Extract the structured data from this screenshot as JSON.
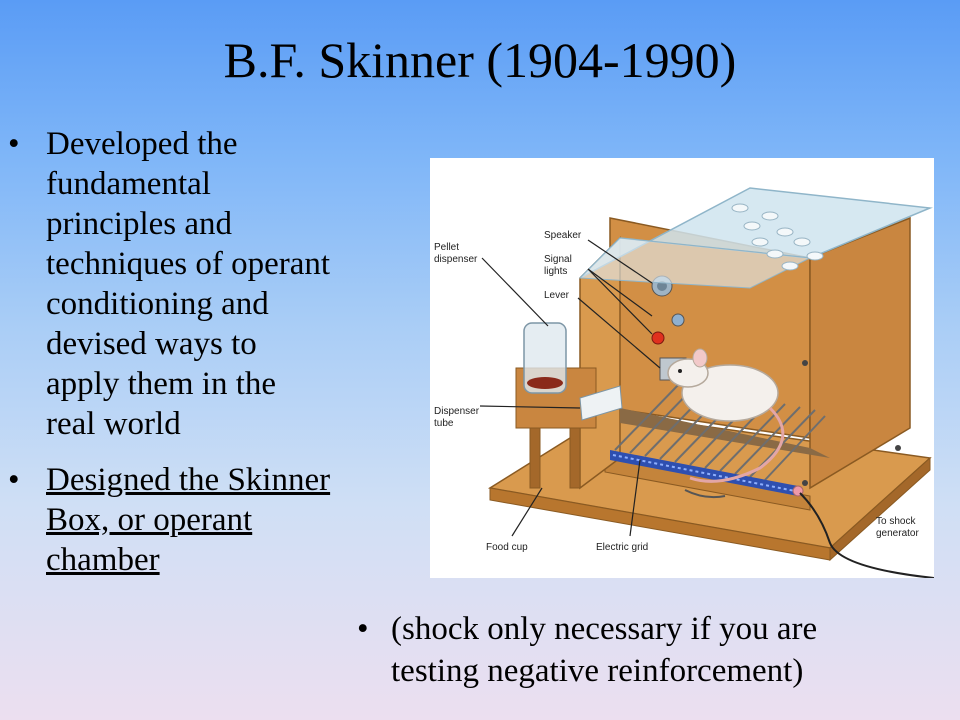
{
  "slide": {
    "title": "B.F. Skinner (1904-1990)",
    "bullets": [
      {
        "lines": [
          "Developed the",
          "fundamental",
          "principles and",
          "techniques of operant",
          "conditioning and",
          "devised ways to",
          "apply them in the",
          "real world"
        ]
      },
      {
        "lines": [
          "Designed the Skinner",
          "Box, or operant",
          "chamber"
        ],
        "underlined": true
      }
    ],
    "note_lines": [
      "(shock only necessary if you are",
      "testing negative reinforcement)"
    ]
  },
  "figure": {
    "labels": {
      "speaker": "Speaker",
      "signal_lights_1": "Signal",
      "signal_lights_2": "lights",
      "lever": "Lever",
      "pellet_1": "Pellet",
      "pellet_2": "dispenser",
      "dispenser_1": "Dispenser",
      "dispenser_2": "tube",
      "food_cup": "Food cup",
      "electric_grid": "Electric grid",
      "shock_1": "To shock",
      "shock_2": "generator"
    },
    "colors": {
      "wood": "#d99a4e",
      "wood_dark": "#b8762e",
      "glass": "#cfe4ee",
      "grid_bar": "#2e4fb0",
      "light": "#e0301e"
    }
  }
}
